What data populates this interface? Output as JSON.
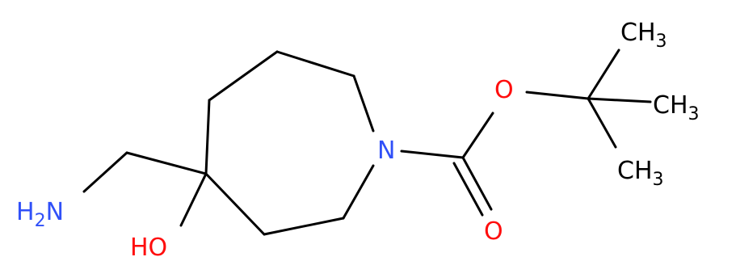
{
  "molecule": {
    "atoms": {
      "nitrogen_ring": {
        "text": "N",
        "color": "#3050f8"
      },
      "carbonyl_oxygen": {
        "text": "O",
        "color": "#ff0d0d"
      },
      "ester_oxygen": {
        "text": "O",
        "color": "#ff0d0d"
      },
      "hydroxyl": {
        "text": "HO",
        "color": "#ff0d0d"
      },
      "amine": {
        "text": "H",
        "sub": "2",
        "tail": "N",
        "color": "#3050f8"
      },
      "methyl_top": {
        "text": "CH",
        "sub": "3",
        "color": "#000000"
      },
      "methyl_mid": {
        "text": "CH",
        "sub": "3",
        "color": "#000000"
      },
      "methyl_bottom": {
        "text": "CH",
        "sub": "3",
        "color": "#000000"
      }
    },
    "bond_color": "#000000"
  }
}
